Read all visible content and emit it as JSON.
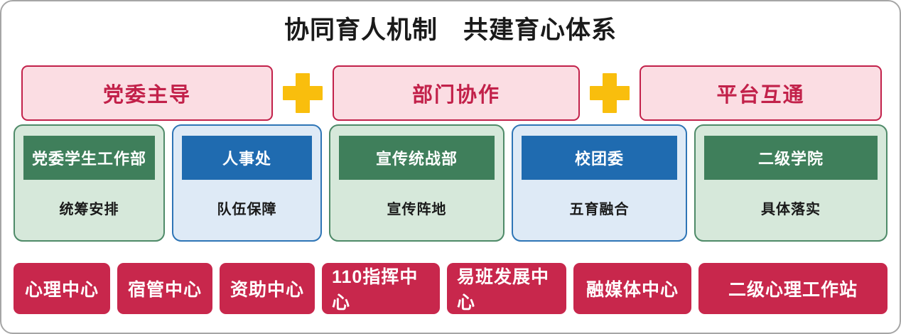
{
  "title": "协同育人机制　共建育心体系",
  "colors": {
    "pink_fill": "#FBDDE3",
    "crimson": "#C2214A",
    "gold": "#F9BE0D",
    "green_header": "#3F7F5B",
    "green_fill": "#D6E8DA",
    "blue_header": "#1F6BB0",
    "blue_fill": "#DEEAF6",
    "pill_red": "#C8274C",
    "frame_border": "#A6A6A6"
  },
  "pillars": [
    {
      "label": "党委主导"
    },
    {
      "label": "部门协作"
    },
    {
      "label": "平台互通"
    }
  ],
  "connectors": [
    {
      "icon": "plus-icon"
    },
    {
      "icon": "plus-icon"
    }
  ],
  "cards": [
    {
      "title": "党委学生工作部",
      "subtitle": "统筹安排",
      "theme": "green"
    },
    {
      "title": "人事处",
      "subtitle": "队伍保障",
      "theme": "blue"
    },
    {
      "title": "宣传统战部",
      "subtitle": "宣传阵地",
      "theme": "green"
    },
    {
      "title": "校团委",
      "subtitle": "五育融合",
      "theme": "blue"
    },
    {
      "title": "二级学院",
      "subtitle": "具体落实",
      "theme": "green"
    }
  ],
  "pills": [
    {
      "label": "心理中心"
    },
    {
      "label": "宿管中心"
    },
    {
      "label": "资助中心"
    },
    {
      "label": "110指挥中心"
    },
    {
      "label": "易班发展中心"
    },
    {
      "label": "融媒体中心"
    },
    {
      "label": "二级心理工作站"
    }
  ]
}
